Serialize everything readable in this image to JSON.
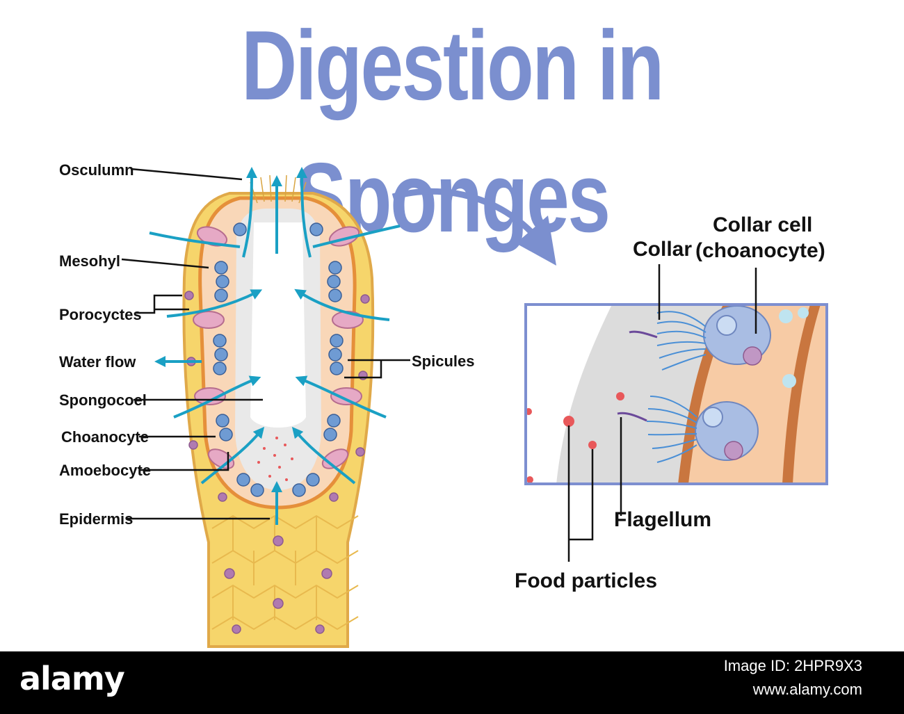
{
  "title": "Digestion in Sponges",
  "labels": {
    "osculumn": "Osculumn",
    "mesohyl": "Mesohyl",
    "porocyctes": "Porocyctes",
    "water_flow": "Water flow",
    "spongocoel": "Spongocoel",
    "choanocyte": "Choanocyte",
    "amoebocyte": "Amoebocyte",
    "epidermis": "Epidermis",
    "spicules": "Spicules",
    "collar": "Collar",
    "collar_cell_line1": "Collar cell",
    "collar_cell_line2": "(choanocyte)",
    "flagellum": "Flagellum",
    "food_particles": "Food particles"
  },
  "colors": {
    "title": "#7b8fcf",
    "water_flow": "#1aa0c4",
    "body_yellow": "#f6d56b",
    "mesohyl": "#f9d7b8",
    "spongocoel": "#e9e9e9",
    "inset_border": "#7d8fd0"
  },
  "watermark": {
    "brand": "alamy",
    "image_id": "Image ID: 2HPR9X3",
    "site": "www.alamy.com"
  }
}
